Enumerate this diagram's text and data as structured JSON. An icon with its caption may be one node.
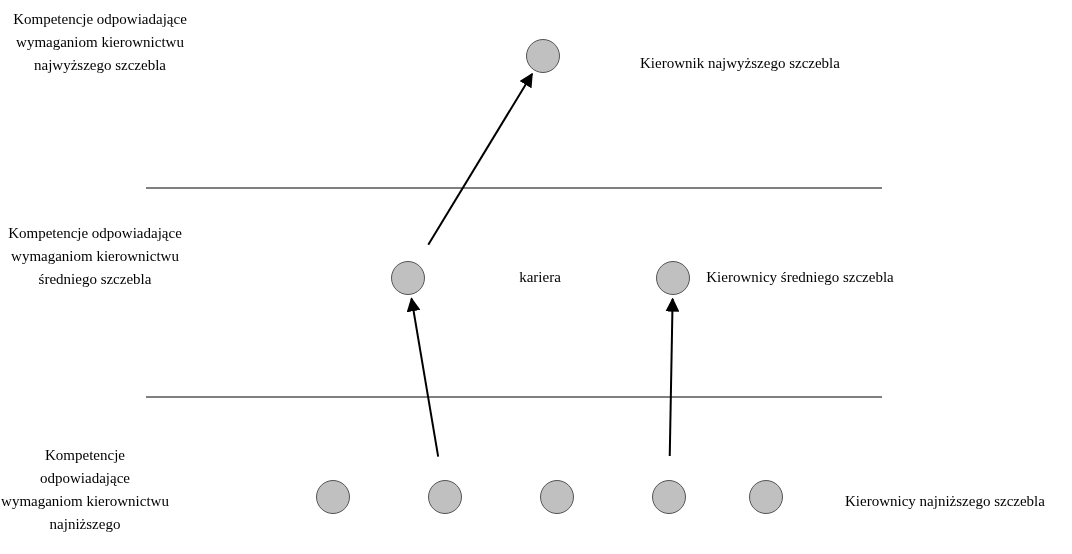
{
  "diagram": {
    "nodes": [
      {
        "text": [],
        "shape": "circle"
      },
      {
        "text": [],
        "shape": "circle"
      },
      {
        "text": [],
        "shape": "circle"
      },
      {
        "text": [],
        "shape": "circle"
      },
      {
        "text": [],
        "shape": "circle"
      },
      {
        "text": [],
        "shape": "circle"
      },
      {
        "text": [],
        "shape": "circle"
      },
      {
        "text": [],
        "shape": "circle"
      }
    ],
    "edges": [
      {
        "from": 1,
        "to": 0,
        "arrow": "to"
      },
      {
        "from": 4,
        "to": 1,
        "arrow": "to"
      },
      {
        "from": 6,
        "to": 2,
        "arrow": "to"
      }
    ],
    "labels": [
      "Kompetencje odpowiadające wymaganiom kierownictwu najwyższego szczebla",
      "Kierownik najwyższego szczebla",
      "Kompetencje odpowiadające wymaganiom kierownictwu średniego szczebla",
      "kariera",
      "Kierownicy średniego szczebla",
      "Kompetencje odpowiadające wymaganiom kierownictwu najniższego",
      "Kierownicy najniższego szczebla"
    ]
  }
}
